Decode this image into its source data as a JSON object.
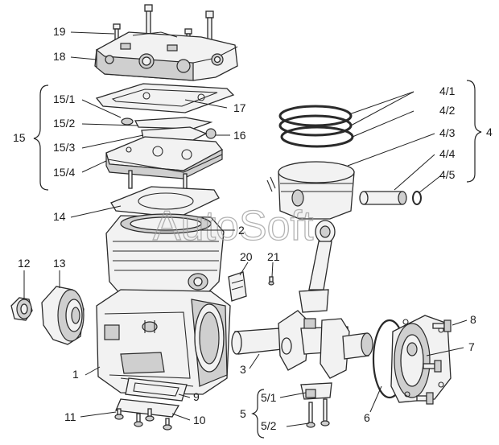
{
  "watermark": "AutoSoft",
  "labels": {
    "l19": "19",
    "l18": "18",
    "l17": "17",
    "l16": "16",
    "l15": "15",
    "l15_1": "15/1",
    "l15_2": "15/2",
    "l15_3": "15/3",
    "l15_4": "15/4",
    "l14": "14",
    "l2": "2",
    "l20": "20",
    "l21": "21",
    "l12": "12",
    "l13": "13",
    "l1": "1",
    "l3": "3",
    "l4": "4",
    "l4_1": "4/1",
    "l4_2": "4/2",
    "l4_3": "4/3",
    "l4_4": "4/4",
    "l4_5": "4/5",
    "l5": "5",
    "l5_1": "5/1",
    "l5_2": "5/2",
    "l6": "6",
    "l7": "7",
    "l8": "8",
    "l9": "9",
    "l10": "10",
    "l11": "11"
  }
}
